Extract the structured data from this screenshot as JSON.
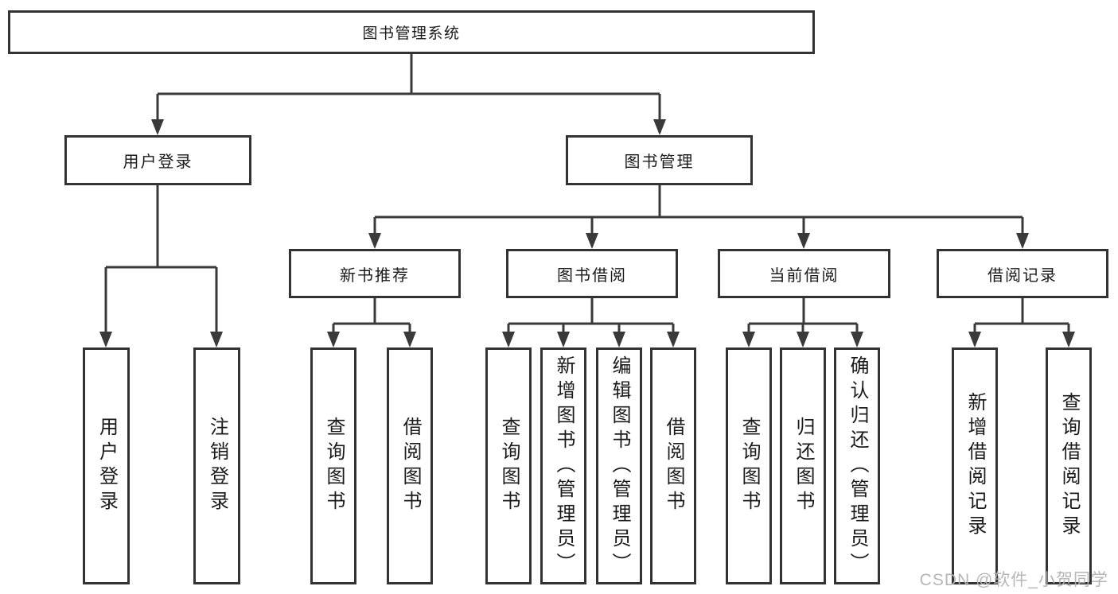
{
  "tree": {
    "root": "图书管理系统",
    "branches": [
      {
        "label": "用户登录",
        "children": [
          "用户登录",
          "注销登录"
        ]
      },
      {
        "label": "图书管理",
        "children": [
          {
            "label": "新书推荐",
            "children": [
              "查询图书",
              "借阅图书"
            ]
          },
          {
            "label": "图书借阅",
            "children": [
              "查询图书",
              "新增图书（管理员）",
              "编辑图书（管理员）",
              "借阅图书"
            ]
          },
          {
            "label": "当前借阅",
            "children": [
              "查询图书",
              "归还图书",
              "确认归还（管理员）"
            ]
          },
          {
            "label": "借阅记录",
            "children": [
              "新增借阅记录",
              "查询借阅记录"
            ]
          }
        ]
      }
    ]
  },
  "watermark": "CSDN @软件_小贺同学",
  "colors": {
    "border": "#333333",
    "connector": "#3a3a3a",
    "text": "#1a1a1a",
    "watermark": "#b2b2b2",
    "background": "#ffffff"
  }
}
